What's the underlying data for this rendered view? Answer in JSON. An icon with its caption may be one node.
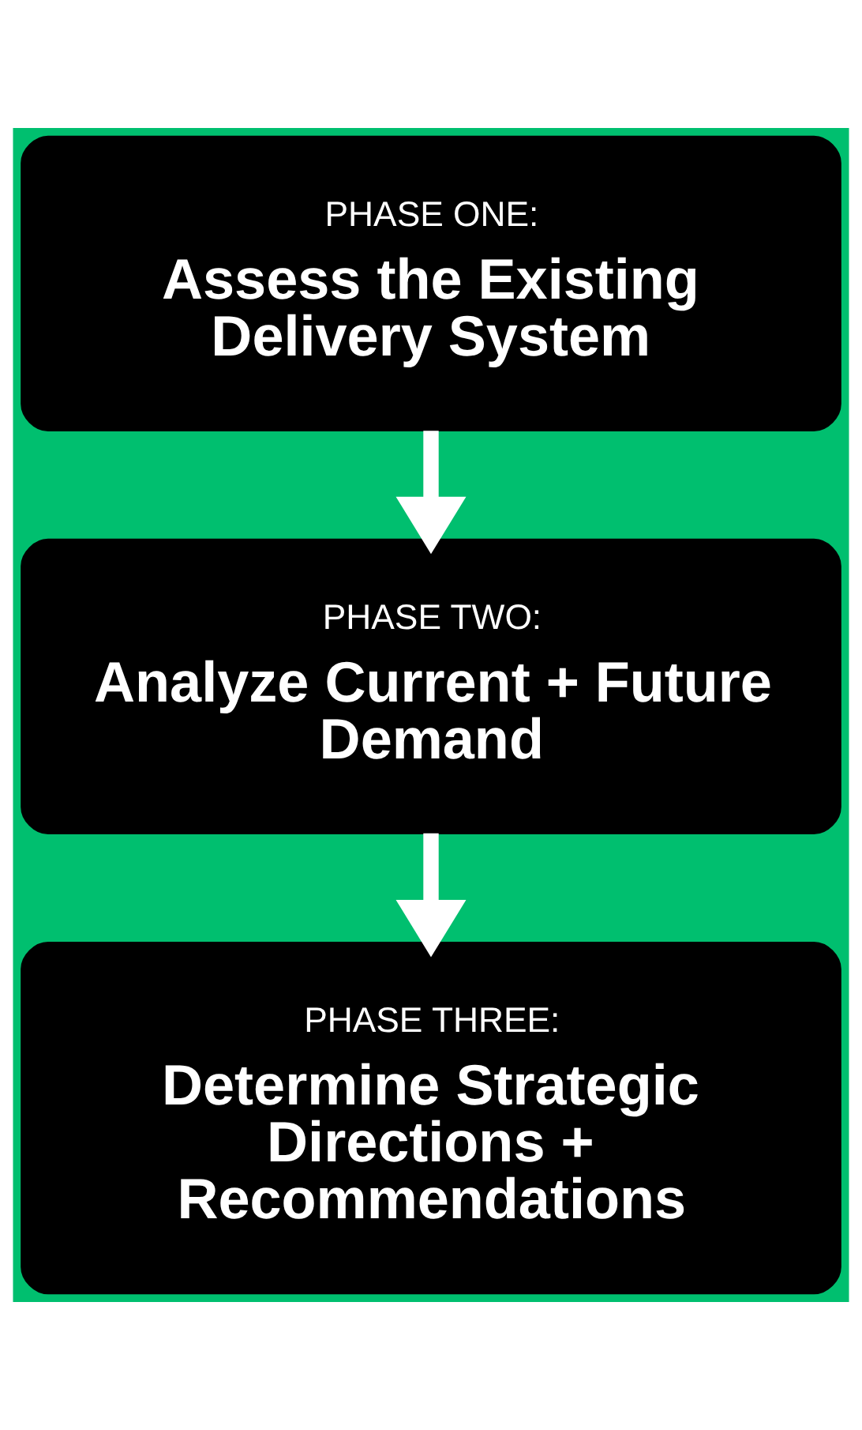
{
  "diagram": {
    "nodes": [
      {
        "text": [
          "PHASE ONE:",
          "Assess the Existing Delivery System"
        ]
      },
      {
        "text": [
          "PHASE TWO:",
          "Analyze Current + Future Demand"
        ]
      },
      {
        "text": [
          "PHASE THREE:",
          "Determine Strategic Directions + Recommendations"
        ]
      }
    ],
    "edges": [
      {
        "from": 0,
        "to": 1,
        "arrow": "to"
      },
      {
        "from": 1,
        "to": 2,
        "arrow": "to"
      }
    ]
  }
}
